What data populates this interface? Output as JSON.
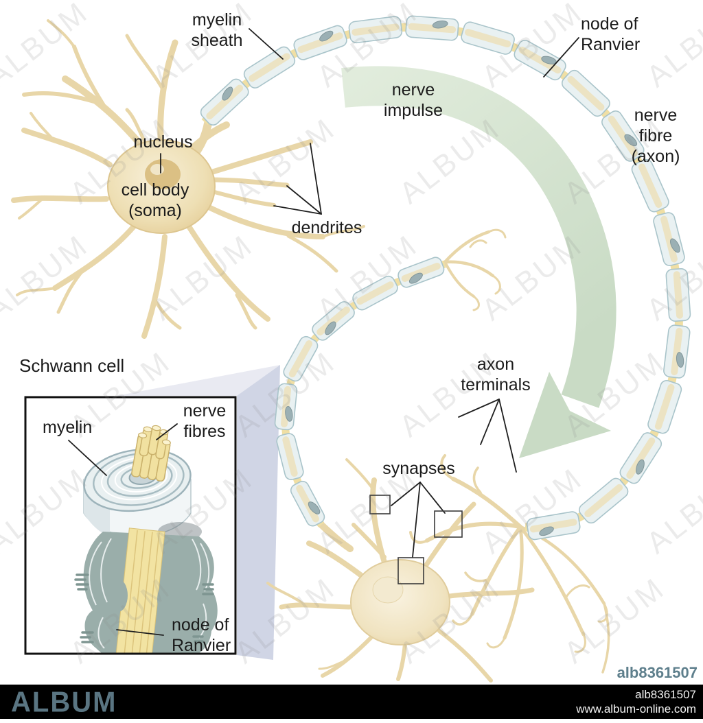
{
  "figure": {
    "labels": {
      "myelin_sheath": "myelin\nsheath",
      "node_of_ranvier": "node of\nRanvier",
      "nerve_impulse": "nerve\nimpulse",
      "nerve_fibre": "nerve\nfibre\n(axon)",
      "nucleus": "nucleus",
      "cell_body": "cell body\n(soma)",
      "dendrites": "dendrites",
      "schwann_cell": "Schwann cell",
      "myelin": "myelin",
      "nerve_fibres": "nerve\nfibres",
      "inset_node_of_ranvier": "node of\nRanvier",
      "axon_terminals": "axon\nterminals",
      "synapses": "synapses"
    },
    "colors": {
      "myelin_fill": "#e9f1f2",
      "myelin_stroke": "#a9c4ca",
      "segment_nucleus": "#9bb0b4",
      "segment_nucleus_stroke": "#81969a",
      "axon_core": "#ece0bb",
      "node_gap": "#f0dfa4",
      "soma": "#ecd9a9",
      "dendrite": "#e8d6a8",
      "impulse_arrow": "#d7e5d2",
      "impulse_arrow_dark": "#c6d9c2",
      "inset_wedge_top": "#e9eaf2",
      "inset_wedge_side": "#d0d5e5",
      "watermark": "#8a8a8a",
      "corner_id_color": "#5e7f8c",
      "footer_bar": "#000000",
      "footer_logo": "#5a7582"
    }
  },
  "watermark": {
    "text": "ALBUM"
  },
  "corner_id": "alb8361507",
  "footer": {
    "logo": "ALBUM",
    "image_id": "alb8361507",
    "website": "www.album-online.com"
  }
}
